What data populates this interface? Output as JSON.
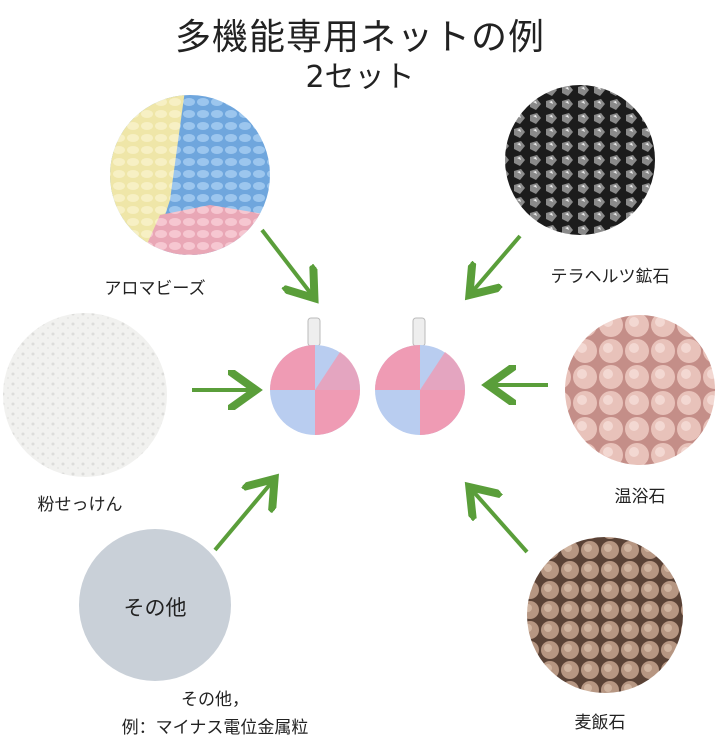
{
  "title": "多機能専用ネットの例",
  "subtitle": "2セット",
  "items": {
    "aroma": "アロマビーズ",
    "terahertz": "テラヘルツ鉱石",
    "soap": "粉せっけん",
    "onsen": "温浴石",
    "other_circle": "その他",
    "other_line1": "その他，",
    "other_line2": "例：マイナス電位金属粒",
    "bakuhan": "麦飯石"
  },
  "colors": {
    "arrow": "#5a9e3a",
    "pink": "#ef9bb4",
    "blue": "#b9cdf0",
    "gray": "#c9d0d8"
  }
}
